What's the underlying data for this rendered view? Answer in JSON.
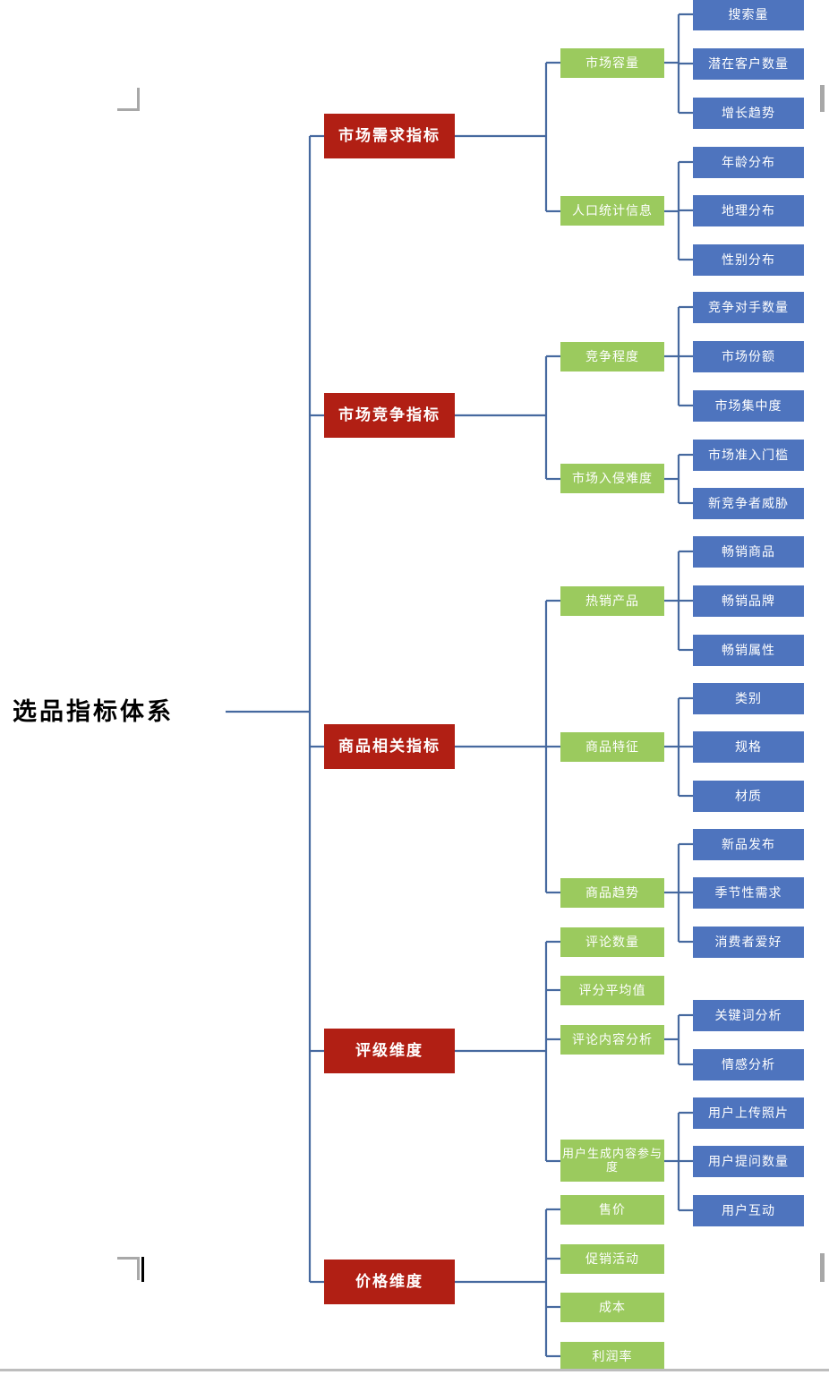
{
  "diagram": {
    "type": "mindmap",
    "title": "选品指标体系",
    "orientation": "left-to-right",
    "colors": {
      "root_text": "#000000",
      "level1_fill": "#B11F14",
      "level2_fill": "#9BCA5E",
      "level3_fill": "#4E74BE",
      "connector": "#46699F",
      "page_mark": "#a8a8a8",
      "background": "#FFFFFF"
    }
  },
  "root": {
    "label": "选品指标体系"
  },
  "branches": [
    {
      "id": "market-demand",
      "label": "市场需求指标",
      "children": [
        {
          "id": "market-capacity",
          "label": "市场容量",
          "children": [
            {
              "id": "search-volume",
              "label": "搜索量"
            },
            {
              "id": "potential-customers",
              "label": "潜在客户数量"
            },
            {
              "id": "growth-trend",
              "label": "增长趋势"
            }
          ]
        },
        {
          "id": "demographics",
          "label": "人口统计信息",
          "children": [
            {
              "id": "age-distribution",
              "label": "年龄分布"
            },
            {
              "id": "geo-distribution",
              "label": "地理分布"
            },
            {
              "id": "gender-distribution",
              "label": "性别分布"
            }
          ]
        }
      ]
    },
    {
      "id": "market-competition",
      "label": "市场竞争指标",
      "children": [
        {
          "id": "competition-degree",
          "label": "竞争程度",
          "children": [
            {
              "id": "competitor-count",
              "label": "竞争对手数量"
            },
            {
              "id": "market-share",
              "label": "市场份额"
            },
            {
              "id": "market-concentration",
              "label": "市场集中度"
            }
          ]
        },
        {
          "id": "entry-difficulty",
          "label": "市场入侵难度",
          "children": [
            {
              "id": "entry-barrier",
              "label": "市场准入门槛"
            },
            {
              "id": "new-entrant-threat",
              "label": "新竞争者威胁"
            }
          ]
        }
      ]
    },
    {
      "id": "product-related",
      "label": "商品相关指标",
      "children": [
        {
          "id": "hot-products",
          "label": "热销产品",
          "children": [
            {
              "id": "bestselling-goods",
              "label": "畅销商品"
            },
            {
              "id": "bestselling-brands",
              "label": "畅销品牌"
            },
            {
              "id": "bestselling-attributes",
              "label": "畅销属性"
            }
          ]
        },
        {
          "id": "product-features",
          "label": "商品特征",
          "children": [
            {
              "id": "category",
              "label": "类别"
            },
            {
              "id": "specification",
              "label": "规格"
            },
            {
              "id": "material",
              "label": "材质"
            }
          ]
        },
        {
          "id": "product-trends",
          "label": "商品趋势",
          "children": [
            {
              "id": "new-releases",
              "label": "新品发布"
            },
            {
              "id": "seasonal-demand",
              "label": "季节性需求"
            },
            {
              "id": "consumer-preference",
              "label": "消费者爱好"
            }
          ]
        }
      ]
    },
    {
      "id": "rating-dimension",
      "label": "评级维度",
      "children": [
        {
          "id": "review-count",
          "label": "评论数量",
          "children": []
        },
        {
          "id": "average-rating",
          "label": "评分平均值",
          "children": []
        },
        {
          "id": "review-content-analysis",
          "label": "评论内容分析",
          "children": [
            {
              "id": "keyword-analysis",
              "label": "关键词分析"
            },
            {
              "id": "sentiment-analysis",
              "label": "情感分析"
            }
          ]
        },
        {
          "id": "ugc-engagement",
          "label": "用户生成内容参与度",
          "children": [
            {
              "id": "user-photos",
              "label": "用户上传照片"
            },
            {
              "id": "user-questions",
              "label": "用户提问数量"
            },
            {
              "id": "user-interaction",
              "label": "用户互动"
            }
          ]
        }
      ]
    },
    {
      "id": "price-dimension",
      "label": "价格维度",
      "children": [
        {
          "id": "selling-price",
          "label": "售价",
          "children": []
        },
        {
          "id": "promotions",
          "label": "促销活动",
          "children": []
        },
        {
          "id": "cost",
          "label": "成本",
          "children": []
        },
        {
          "id": "profit-margin",
          "label": "利润率",
          "children": []
        }
      ]
    }
  ]
}
